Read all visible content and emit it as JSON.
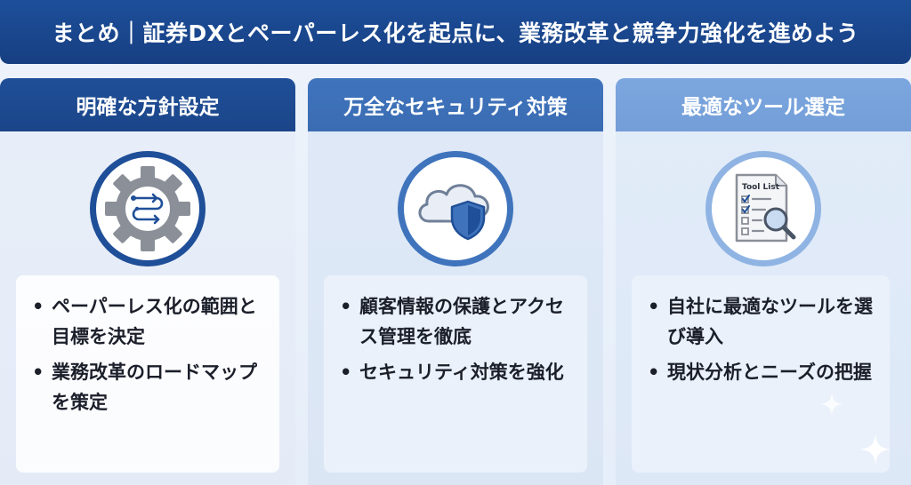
{
  "banner": {
    "title": "まとめ｜証券DXとペーパーレス化を起点に、業務改革と競争力強化を進めよう"
  },
  "columns": [
    {
      "title": "明確な方針設定",
      "icon": "gear-flow-icon",
      "bullets": [
        "ペーパーレス化の範囲と目標を決定",
        "業務改革のロードマップを策定"
      ]
    },
    {
      "title": "万全なセキュリティ対策",
      "icon": "cloud-shield-icon",
      "bullets": [
        "顧客情報の保護とアクセス管理を徹底",
        "セキュリティ対策を強化"
      ]
    },
    {
      "title": "最適なツール選定",
      "icon": "tool-list-icon",
      "icon_text": "Tool List",
      "bullets": [
        "自社に最適なツールを選び導入",
        "現状分析とニーズの把握"
      ]
    }
  ],
  "colors": {
    "navy": "#1f4f98",
    "mid_blue": "#3f74bd",
    "light_blue": "#7ba6de"
  }
}
